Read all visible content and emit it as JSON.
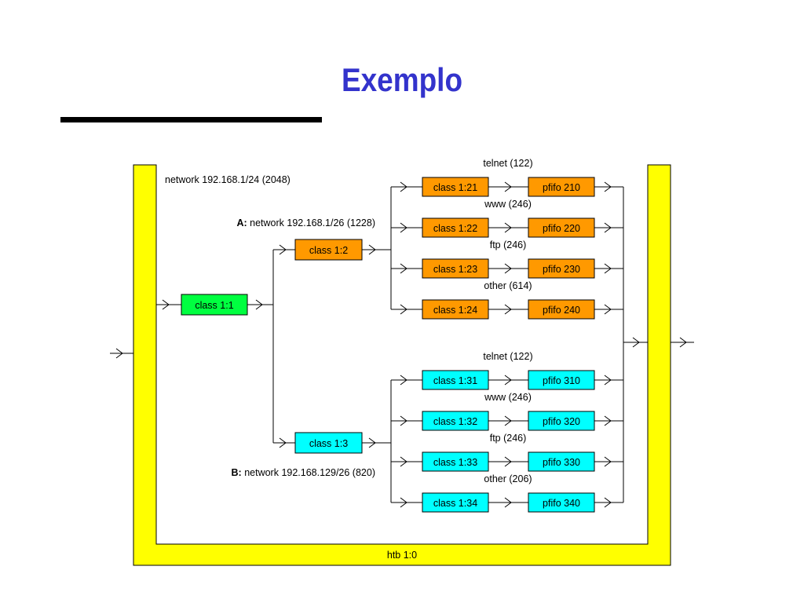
{
  "title": "Exemplo",
  "colors": {
    "title": "#3333cc",
    "htb_frame": "#ffff00",
    "root_class": "#00ff40",
    "network_a": "#ff9900",
    "network_b": "#00ffff"
  },
  "root": {
    "label": "htb 1:0",
    "network_label": "network 192.168.1/24 (2048)",
    "class_label": "class 1:1"
  },
  "branches": [
    {
      "id": "a",
      "prefix": "A:",
      "network_label": "network 192.168.1/26 (1228)",
      "class_label": "class 1:2",
      "leaves": [
        {
          "caption": "telnet (122)",
          "class_label": "class 1:21",
          "qdisc_label": "pfifo 210"
        },
        {
          "caption": "www (246)",
          "class_label": "class 1:22",
          "qdisc_label": "pfifo 220"
        },
        {
          "caption": "ftp (246)",
          "class_label": "class 1:23",
          "qdisc_label": "pfifo 230"
        },
        {
          "caption": "other (614)",
          "class_label": "class 1:24",
          "qdisc_label": "pfifo 240"
        }
      ]
    },
    {
      "id": "b",
      "prefix": "B:",
      "network_label": "network 192.168.129/26 (820)",
      "class_label": "class 1:3",
      "leaves": [
        {
          "caption": "telnet (122)",
          "class_label": "class 1:31",
          "qdisc_label": "pfifo 310"
        },
        {
          "caption": "www (246)",
          "class_label": "class 1:32",
          "qdisc_label": "pfifo 320"
        },
        {
          "caption": "ftp (246)",
          "class_label": "class 1:33",
          "qdisc_label": "pfifo 330"
        },
        {
          "caption": "other (206)",
          "class_label": "class 1:34",
          "qdisc_label": "pfifo 340"
        }
      ]
    }
  ]
}
